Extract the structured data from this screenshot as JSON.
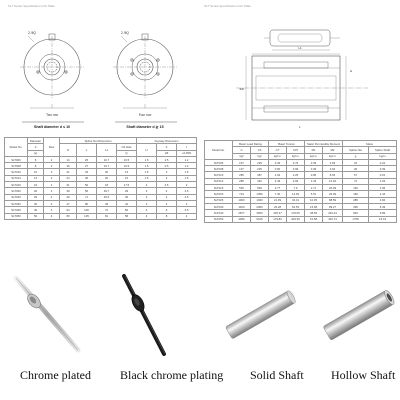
{
  "header_left": "SLT Series Specification Inch Table",
  "header_right": "SLT Series Specification Inch Table",
  "diagrams": {
    "left_caption": "Shaft diameter d ≤ 10",
    "right_caption": "Shaft diameter d ≧ 15",
    "left_view_label": "Two row",
    "right_view_label": "Four row",
    "d0_label": "2-ΦQ",
    "h_label": "H",
    "l1_label": "L1",
    "l_label": "L",
    "d_label": "ΦD"
  },
  "left_table": {
    "head1": [
      "Model No.",
      "Diameter",
      "Row",
      "Spline Nut Dimension",
      "Keyway Dimension"
    ],
    "head2": [
      "d",
      "D",
      "L",
      "L1",
      "Oil Hole",
      "b",
      "t"
    ],
    "head3": [
      "(e)",
      "Q",
      "H6",
      "+0.05/0"
    ],
    "rows": [
      [
        "SLT006",
        "6",
        "2",
        "14",
        "25",
        "10.7",
        "10.5",
        "1.5",
        "2.5",
        "1.2"
      ],
      [
        "SLT008",
        "8",
        "2",
        "16",
        "27",
        "10.7",
        "10.5",
        "1.5",
        "2.5",
        "1.2"
      ],
      [
        "SLT010",
        "10",
        "2",
        "21",
        "33",
        "20",
        "13",
        "1.5",
        "3",
        "1.5"
      ],
      [
        "SLT013",
        "13",
        "2",
        "24",
        "36",
        "20",
        "15",
        "1.5",
        "3",
        "1.5"
      ],
      [
        "SLT016",
        "16",
        "2",
        "31",
        "50",
        "18",
        "17.5",
        "2",
        "3.5",
        "2"
      ],
      [
        "SLT020",
        "20",
        "4",
        "30",
        "56",
        "39.7",
        "29",
        "2",
        "4",
        "2.5"
      ],
      [
        "SLT025",
        "25",
        "4",
        "40",
        "71",
        "30.5",
        "36",
        "3",
        "4",
        "2.5"
      ],
      [
        "SLT030",
        "30",
        "4",
        "47",
        "80",
        "39",
        "42",
        "3",
        "4",
        "3"
      ],
      [
        "SLT040",
        "40",
        "4",
        "64",
        "100",
        "72",
        "50",
        "4",
        "6",
        "3.5"
      ],
      [
        "SLT050",
        "50",
        "4",
        "80",
        "125",
        "81",
        "58",
        "4",
        "8",
        "4"
      ]
    ]
  },
  "right_table": {
    "head1": [
      "Model No.",
      "Basic Load Rating",
      "Basic Torsion",
      "Static Permissible Moment",
      "Mass"
    ],
    "head2": [
      "C",
      "C0",
      "CT",
      "C0T",
      "M1",
      "M2",
      "Spline Nut",
      "Spline Shaft"
    ],
    "head3": [
      "kgf",
      "kgf",
      "kgf·m",
      "kgf·m",
      "kgf·m",
      "kgf·m",
      "g",
      "kg/m"
    ],
    "rows": [
      [
        "SLT006",
        "137",
        "225",
        "0.46",
        "0.76",
        "0.39",
        "3.69",
        "34",
        "0.22"
      ],
      [
        "SLT008",
        "137",
        "225",
        "0.60",
        "0.99",
        "0.39",
        "3.62",
        "36",
        "0.39"
      ],
      [
        "SLT010",
        "285",
        "387",
        "1.62",
        "2.25",
        "0.85",
        "8.53",
        "57",
        "0.61"
      ],
      [
        "SLT013",
        "285",
        "340",
        "2.49",
        "2.99",
        "1.33",
        "12.46",
        "72",
        "1.03"
      ],
      [
        "SLT016",
        "545",
        "569",
        "4.77",
        "7.6",
        "1.71",
        "26.09",
        "130",
        "1.56"
      ],
      [
        "SLT020",
        "724",
        "1359",
        "7.30",
        "12.39",
        "5.51",
        "26.09",
        "166",
        "2.44"
      ],
      [
        "SLT025",
        "1063",
        "1930",
        "21.99",
        "43.31",
        "10.35",
        "88.59",
        "285",
        "3.84"
      ],
      [
        "SLT030",
        "1160",
        "2060",
        "26.28",
        "62.53",
        "15.68",
        "89.27",
        "395",
        "5.49"
      ],
      [
        "SLT040",
        "2877",
        "4653",
        "105.37",
        "176.05",
        "38.59",
        "246.24",
        "840",
        "9.89"
      ],
      [
        "SLT050",
        "4066",
        "6615",
        "179.80",
        "304.35",
        "51.58",
        "420.73",
        "1758",
        "15.19"
      ]
    ]
  },
  "captions": [
    "Chrome plated",
    "Black chrome plating",
    "Solid Shaft",
    "Hollow Shaft"
  ],
  "colors": {
    "line": "#555555",
    "chrome": "#c8c8c8",
    "black": "#1a1a1a"
  }
}
